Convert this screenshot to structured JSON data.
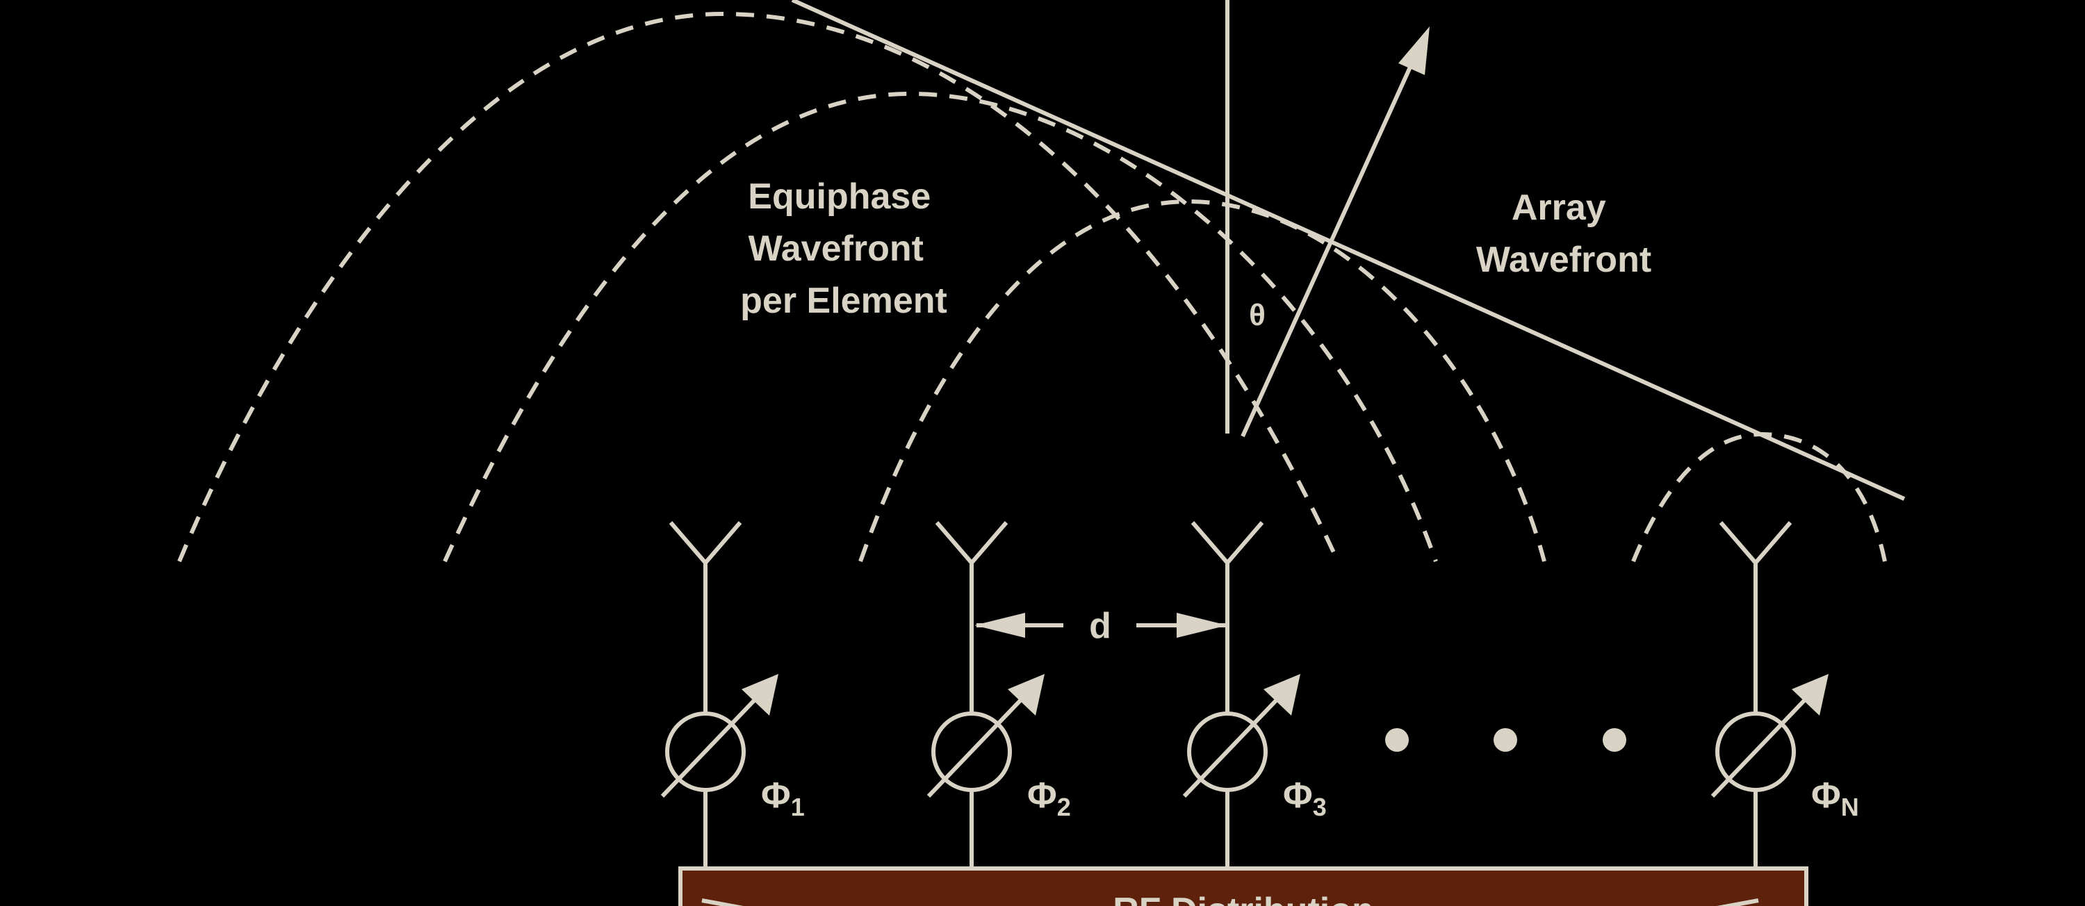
{
  "colors": {
    "background": "#000000",
    "line": "#d8d3c4",
    "text": "#d8d3c4",
    "rf_box_fill": "#5e210c",
    "rf_box_border": "#d8d3c4"
  },
  "labels": {
    "equiphase_wavefront": [
      "Equiphase",
      "Wavefront",
      "per Element"
    ],
    "array_wavefront": [
      "Array",
      "Wavefront"
    ],
    "theta": "θ",
    "spacing": "d",
    "rf_distribution": "RF Distribution"
  },
  "elements": [
    {
      "phase_symbol": "Φ",
      "phase_index": "1"
    },
    {
      "phase_symbol": "Φ",
      "phase_index": "2"
    },
    {
      "phase_symbol": "Φ",
      "phase_index": "3"
    },
    {
      "phase_symbol": "Φ",
      "phase_index": "N"
    }
  ],
  "continuation_dots": 3,
  "icons": {
    "antenna": "antenna-icon",
    "phase_shifter": "phase-shifter-icon"
  }
}
